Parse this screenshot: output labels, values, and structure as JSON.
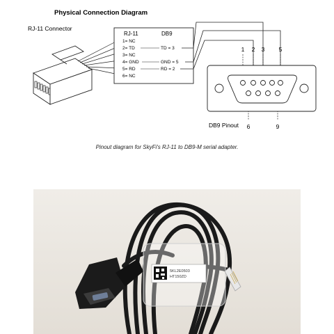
{
  "diagram": {
    "title": "Physical Connection Diagram",
    "rj11_connector_label": "RJ-11 Connector",
    "box_header_left": "RJ-11",
    "box_header_right": "DB9",
    "rj11_pins": [
      "1= NC",
      "2= TD",
      "3= NC",
      "4= GND",
      "5= RD",
      "6= NC"
    ],
    "mappings": [
      "TD = 3",
      "GND = 5",
      "RD = 2"
    ],
    "db9_top_pin_numbers": [
      "1",
      "2",
      "3",
      "5"
    ],
    "db9_bottom_pin_numbers": [
      "6",
      "9"
    ],
    "db9_pinout_label": "DB9 Pinout",
    "caption": "Pinout diagram for SkyFi's RJ-11 to DB9-M serial adapter."
  },
  "photo": {
    "label_line1": "5KL2E0503",
    "label_line2": "HT150ZD"
  }
}
